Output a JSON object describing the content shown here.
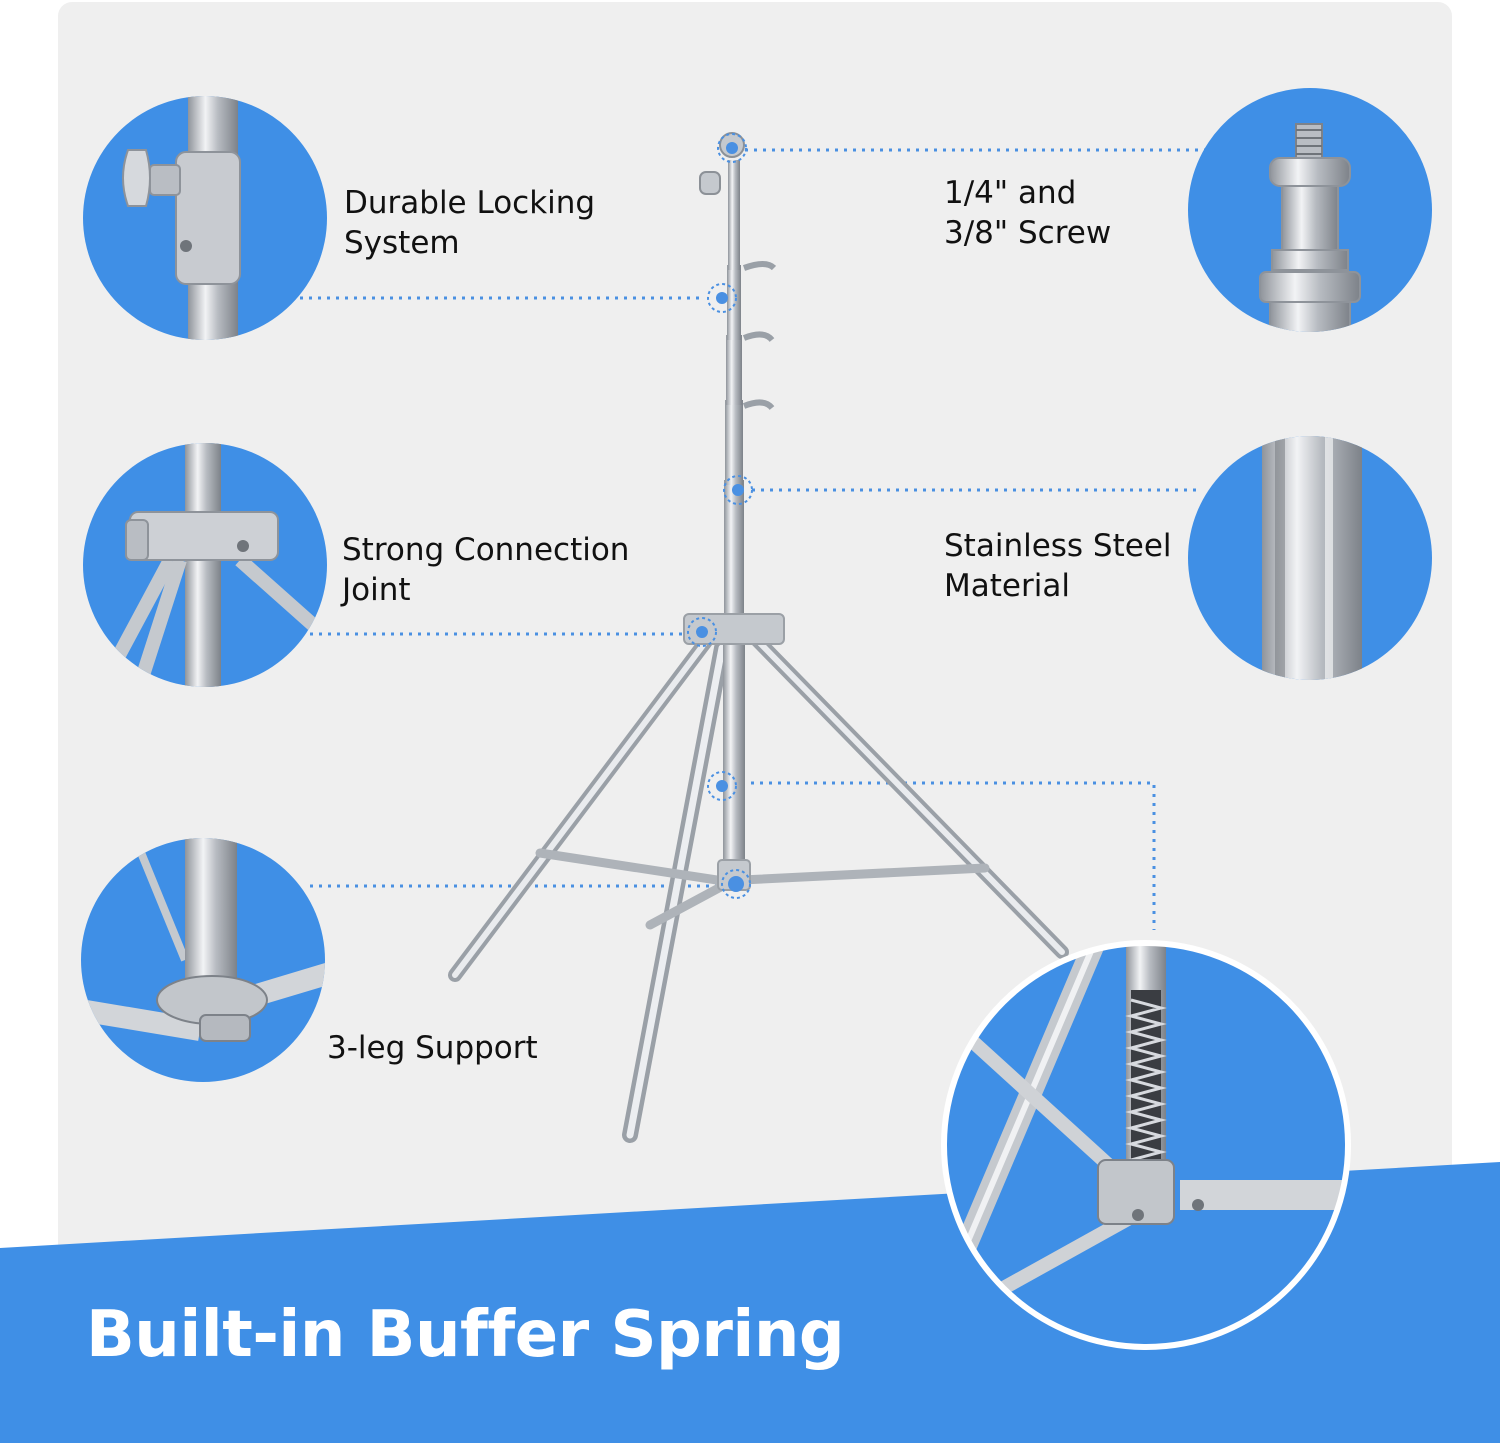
{
  "features": {
    "locking": {
      "line1": "Durable Locking",
      "line2": "System",
      "icon": "locking-knob-icon"
    },
    "screw": {
      "line1": "1/4\" and",
      "line2": "3/8\" Screw",
      "icon": "screw-adapter-icon"
    },
    "joint": {
      "line1": "Strong Connection",
      "line2": "Joint",
      "icon": "connection-joint-icon"
    },
    "material": {
      "line1": "Stainless Steel",
      "line2": "Material",
      "icon": "steel-tube-icon"
    },
    "legs": {
      "line1": "3-leg Support",
      "icon": "leg-base-icon"
    }
  },
  "banner": {
    "headline": "Built-in Buffer Spring"
  },
  "colors": {
    "accent": "#3f8fe6",
    "panel": "#efefef",
    "steel": "#c9ccd1",
    "text": "#111111"
  }
}
